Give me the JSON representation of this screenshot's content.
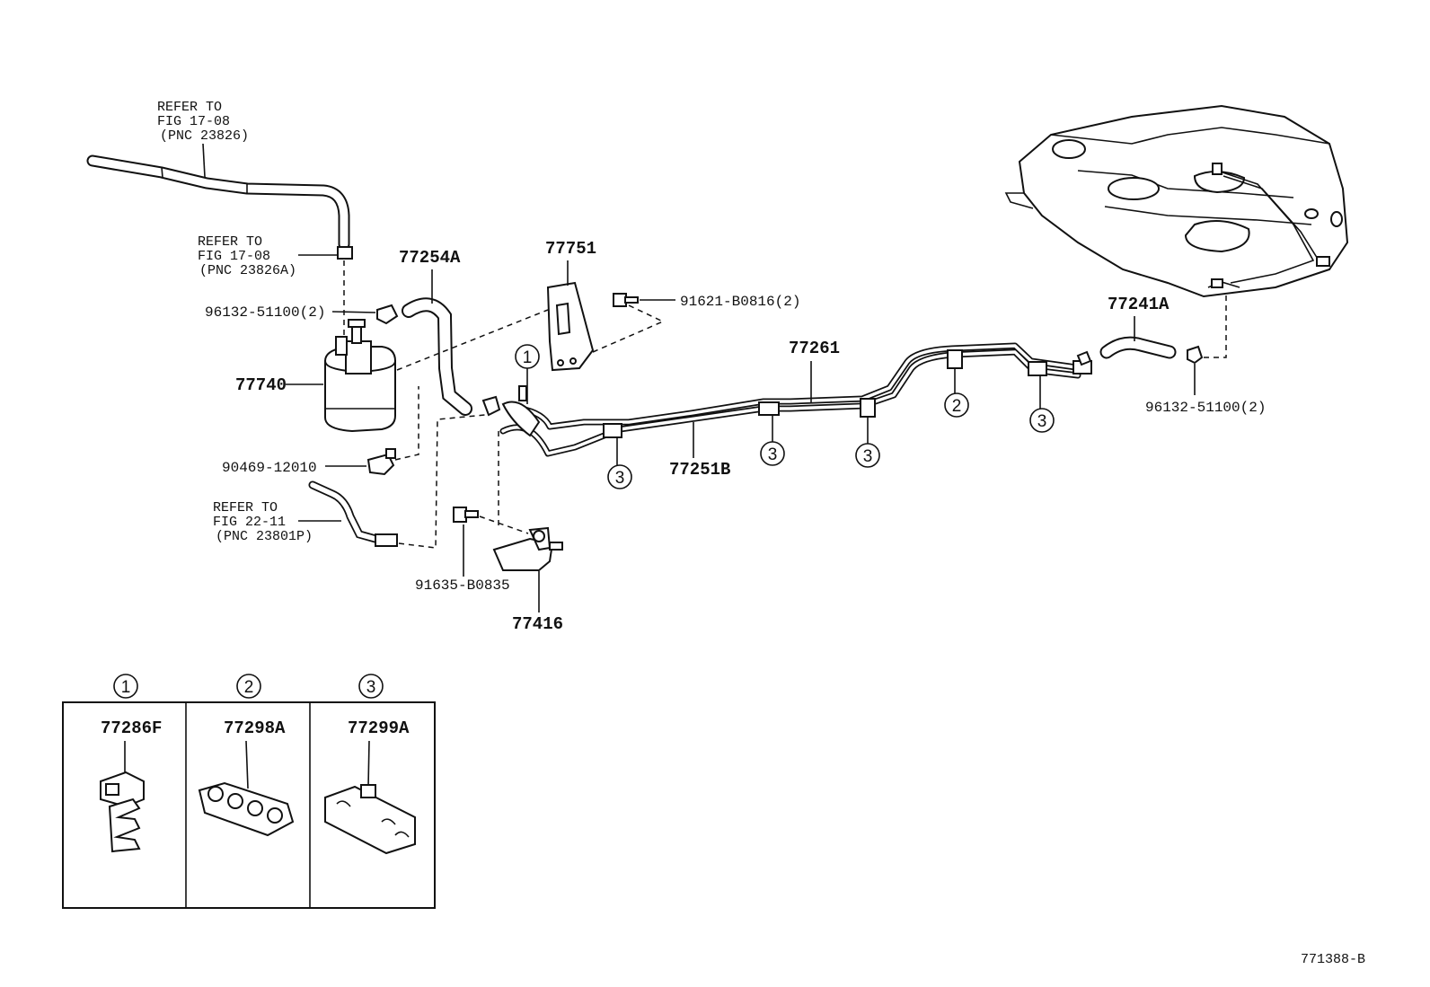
{
  "diagram_id": "771388-B",
  "labels": {
    "refer_1": [
      "REFER TO",
      "FIG 17-08",
      "(PNC 23826)"
    ],
    "refer_2": [
      "REFER TO",
      "FIG 17-08",
      "(PNC 23826A)"
    ],
    "refer_3": [
      "REFER TO",
      "FIG 22-11",
      "(PNC 23801P)"
    ],
    "p_96132_left": "96132-51100(2)",
    "p_77740": "77740",
    "p_90469": "90469-12010",
    "p_77254A": "77254A",
    "p_77751": "77751",
    "p_91621": "91621-B0816(2)",
    "p_91635": "91635-B0835",
    "p_77416": "77416",
    "p_77261": "77261",
    "p_77251B": "77251B",
    "p_77241A": "77241A",
    "p_96132_right": "96132-51100(2)"
  },
  "callouts": {
    "c1": "1",
    "c2": "2",
    "c3": "3"
  },
  "legend": {
    "cells": [
      {
        "num": "1",
        "part": "77286F"
      },
      {
        "num": "2",
        "part": "77298A"
      },
      {
        "num": "3",
        "part": "77299A"
      }
    ]
  }
}
